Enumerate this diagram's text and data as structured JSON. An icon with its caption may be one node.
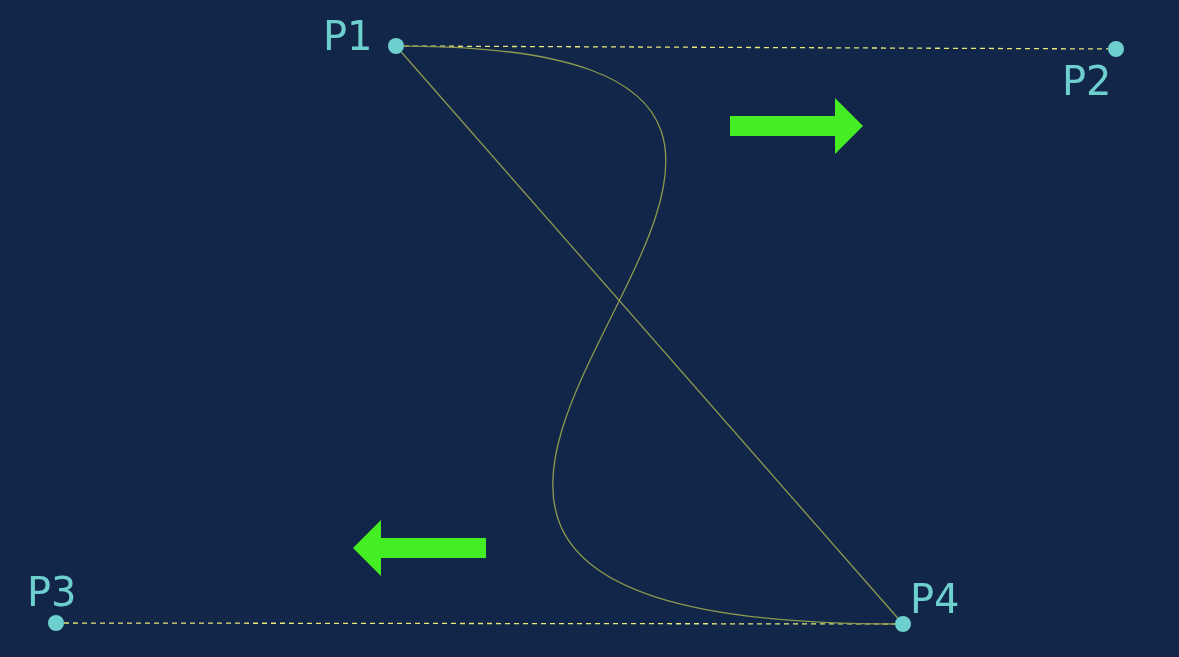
{
  "diagram": {
    "nodes": [
      {
        "text": [],
        "shape": "circle",
        "beside": [
          "P1"
        ]
      },
      {
        "text": [],
        "shape": "circle",
        "beside": [
          "P2"
        ]
      },
      {
        "text": [],
        "shape": "circle",
        "beside": [
          "P3"
        ]
      },
      {
        "text": [],
        "shape": "circle",
        "beside": [
          "P4"
        ]
      }
    ],
    "edges": [
      {
        "from": 0,
        "to": 1,
        "arrow": "none",
        "style": "dashed"
      },
      {
        "from": 2,
        "to": 3,
        "arrow": "none",
        "style": "dashed"
      },
      {
        "from": 0,
        "to": 3,
        "arrow": "none",
        "color": "#8c9a4e"
      },
      {
        "from": 0,
        "to": 3,
        "arrow": "none",
        "color": "#8c9a4e"
      }
    ]
  }
}
